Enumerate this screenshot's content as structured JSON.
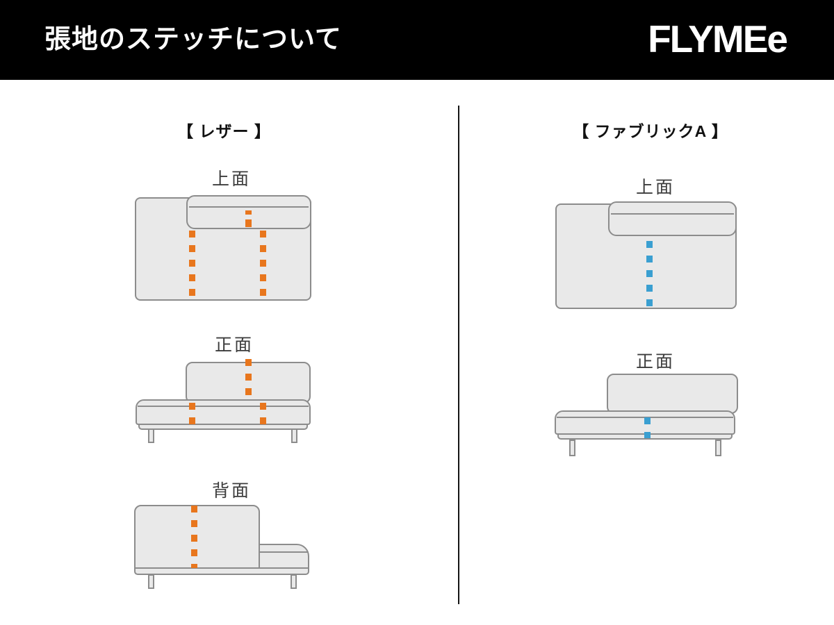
{
  "header": {
    "title": "張地のステッチについて",
    "logo": "FLYMEe"
  },
  "colors": {
    "header_bg": "#000000",
    "leather_stitch": "#e8761d",
    "fabric_stitch": "#3a9fd1",
    "sofa_fill": "#e9e9e9",
    "sofa_border": "#8c8c8c"
  },
  "sections": {
    "leather": {
      "label": "【 レザー 】",
      "views": {
        "top": "上面",
        "front": "正面",
        "back": "背面"
      }
    },
    "fabric": {
      "label": "【 ファブリックA 】",
      "views": {
        "top": "上面",
        "front": "正面"
      }
    }
  }
}
